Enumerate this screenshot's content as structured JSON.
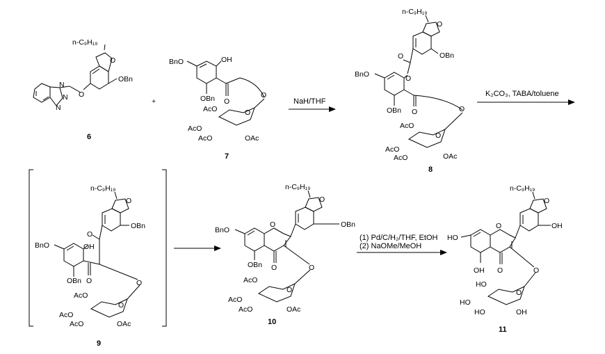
{
  "compounds": [
    {
      "id": "6"
    },
    {
      "id": "7"
    },
    {
      "id": "8"
    },
    {
      "id": "9"
    },
    {
      "id": "10"
    },
    {
      "id": "11"
    }
  ],
  "plus_sign": "+",
  "reactions": [
    {
      "conditions": [
        "NaH/THF"
      ]
    },
    {
      "conditions": [
        "K₂CO₃, TABA/toluene"
      ]
    },
    {
      "conditions": []
    },
    {
      "conditions": [
        "(1) Pd/C/H₂/THF, EtOH",
        "(2) NaOMe/MeOH"
      ]
    }
  ],
  "atom_labels": {
    "nonyl": "n-C₉H₁₉",
    "obn": "OBn",
    "bno": "BnO",
    "oh": "OH",
    "ho": "HO",
    "o": "O",
    "n": "N",
    "aco": "AcO",
    "oac": "OAc"
  }
}
